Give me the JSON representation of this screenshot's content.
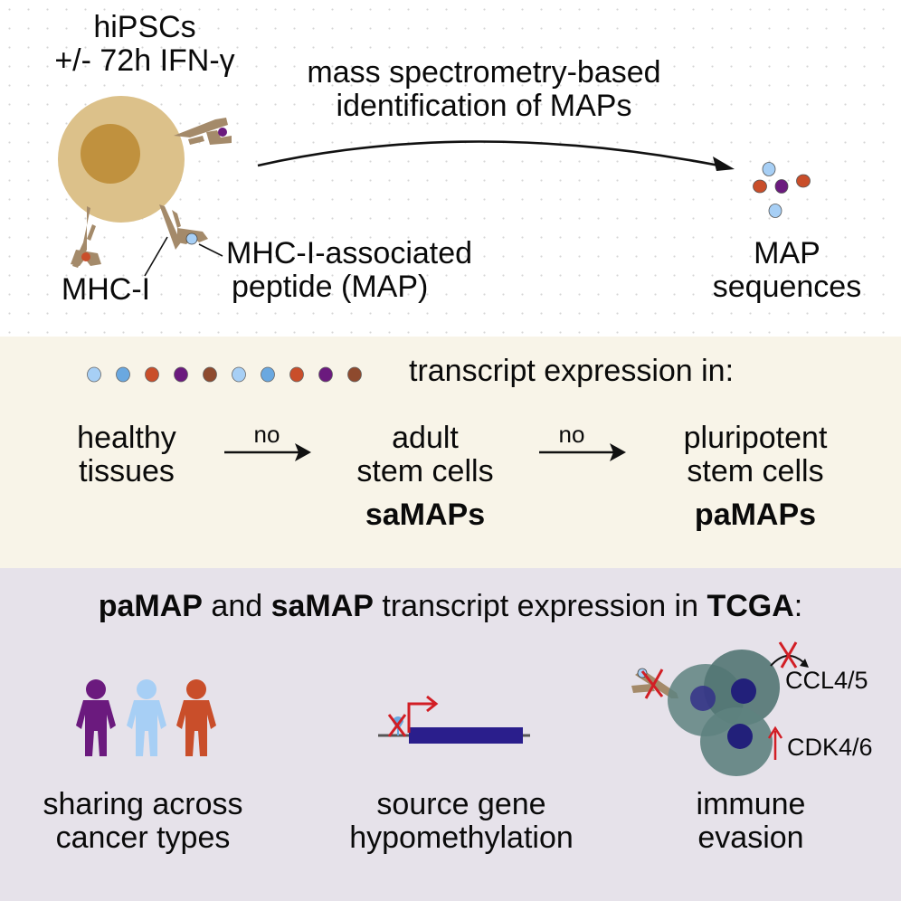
{
  "colors": {
    "panel1_bg": "#ffffff",
    "panel2_bg": "#f8f4e8",
    "panel3_bg": "#e6e2ea",
    "cell_outer": "#dcc18a",
    "cell_nucleus": "#c0913e",
    "mhc": "#a48a6a",
    "map_light_blue": "#a7cff5",
    "map_blue": "#6aa8e0",
    "map_orange": "#c94e2a",
    "map_purple": "#6b1a7e",
    "map_brown": "#8e4a2e",
    "red": "#d21e25",
    "gene_blue": "#2a1e8c",
    "tumor_cell": "#5e8280",
    "tumor_nucleus": "#22207a"
  },
  "panel1": {
    "cell_label_line1": "hiPSCs",
    "cell_label_line2": "+/- 72h IFN-γ",
    "process_line1": "mass spectrometry-based",
    "process_line2": "identification of MAPs",
    "mhc_label": "MHC-I",
    "map_label_line1": "MHC-I-associated",
    "map_label_line2": "peptide (MAP)",
    "result_line1": "MAP",
    "result_line2": "sequences",
    "icons": [
      "cell-icon",
      "mhc-molecule-icon",
      "peptide-dot-icon",
      "curved-arrow-icon"
    ]
  },
  "panel2": {
    "header": "transcript expression in:",
    "dot_colors": [
      "map_light_blue",
      "map_blue",
      "map_orange",
      "map_purple",
      "map_brown",
      "map_light_blue",
      "map_blue",
      "map_orange",
      "map_purple",
      "map_brown"
    ],
    "steps": [
      {
        "line1": "healthy",
        "line2": "tissues",
        "bold": ""
      },
      {
        "line1": "adult",
        "line2": "stem cells",
        "bold": "saMAPs"
      },
      {
        "line1": "pluripotent",
        "line2": "stem cells",
        "bold": "paMAPs"
      }
    ],
    "arrow_labels": [
      "no",
      "no"
    ]
  },
  "panel3": {
    "title": {
      "part1_bold": "paMAP",
      "part2": " and ",
      "part3_bold": "saMAP",
      "part4": " transcript expression in ",
      "part5_bold": "TCGA",
      "part6": ":"
    },
    "items": [
      {
        "line1": "sharing across",
        "line2": "cancer types",
        "icon": "people-icon",
        "person_colors": [
          "map_purple",
          "map_light_blue",
          "map_orange"
        ]
      },
      {
        "line1": "source gene",
        "line2": "hypomethylation",
        "icon": "gene-promoter-icon"
      },
      {
        "line1": "immune",
        "line2": "evasion",
        "icon": "tumor-cells-icon"
      }
    ],
    "ccl_label": "CCL4/5",
    "cdk_label": "CDK4/6"
  }
}
